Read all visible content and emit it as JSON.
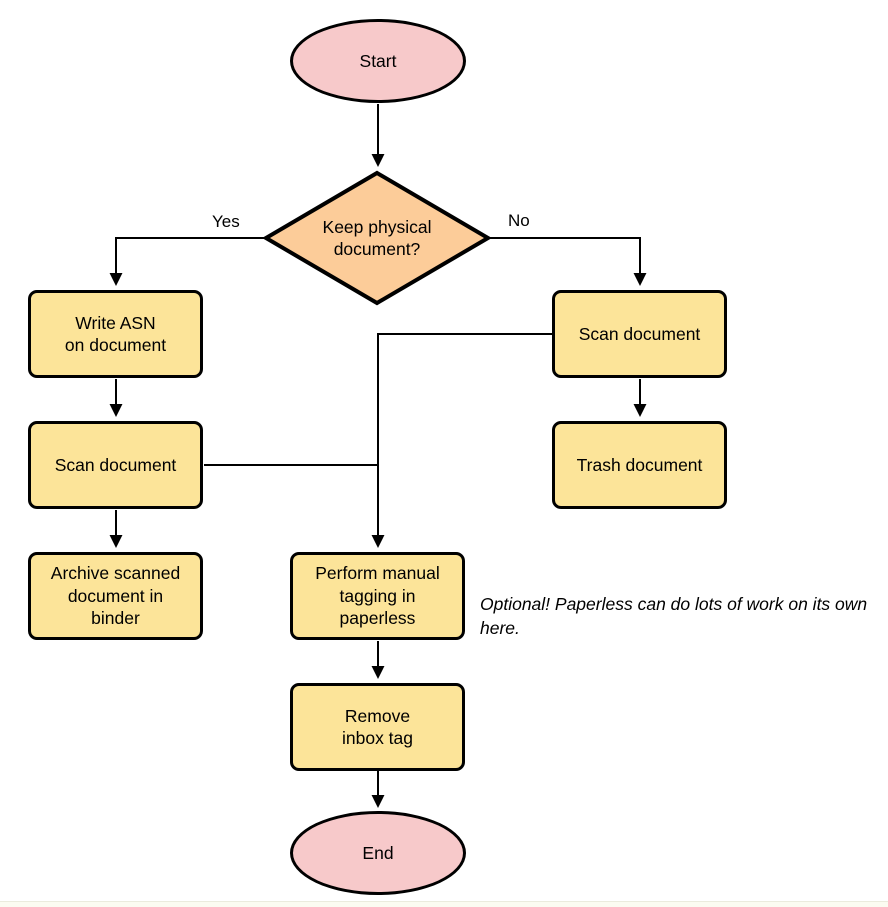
{
  "colors": {
    "terminal_fill": "#F7C9CA",
    "decision_fill": "#FCCC99",
    "process_fill": "#FCE499",
    "stroke": "#000000"
  },
  "flowchart": {
    "start": {
      "label": "Start"
    },
    "decision": {
      "label": [
        "Keep physical",
        "document?"
      ]
    },
    "branch_yes": {
      "label": "Yes"
    },
    "branch_no": {
      "label": "No"
    },
    "write_asn": {
      "label": [
        "Write ASN",
        "on document"
      ]
    },
    "scan_document_left": {
      "label": "Scan document"
    },
    "archive_binder": {
      "label": [
        "Archive scanned",
        "document in",
        "binder"
      ]
    },
    "scan_document_right": {
      "label": "Scan document"
    },
    "trash_document": {
      "label": "Trash document"
    },
    "manual_tagging": {
      "label": [
        "Perform manual",
        "tagging in",
        "paperless"
      ]
    },
    "remove_inbox_tag": {
      "label": [
        "Remove",
        "inbox tag"
      ]
    },
    "end": {
      "label": "End"
    },
    "annotation": {
      "text": "Optional! Paperless can do lots of work on its own here."
    }
  }
}
